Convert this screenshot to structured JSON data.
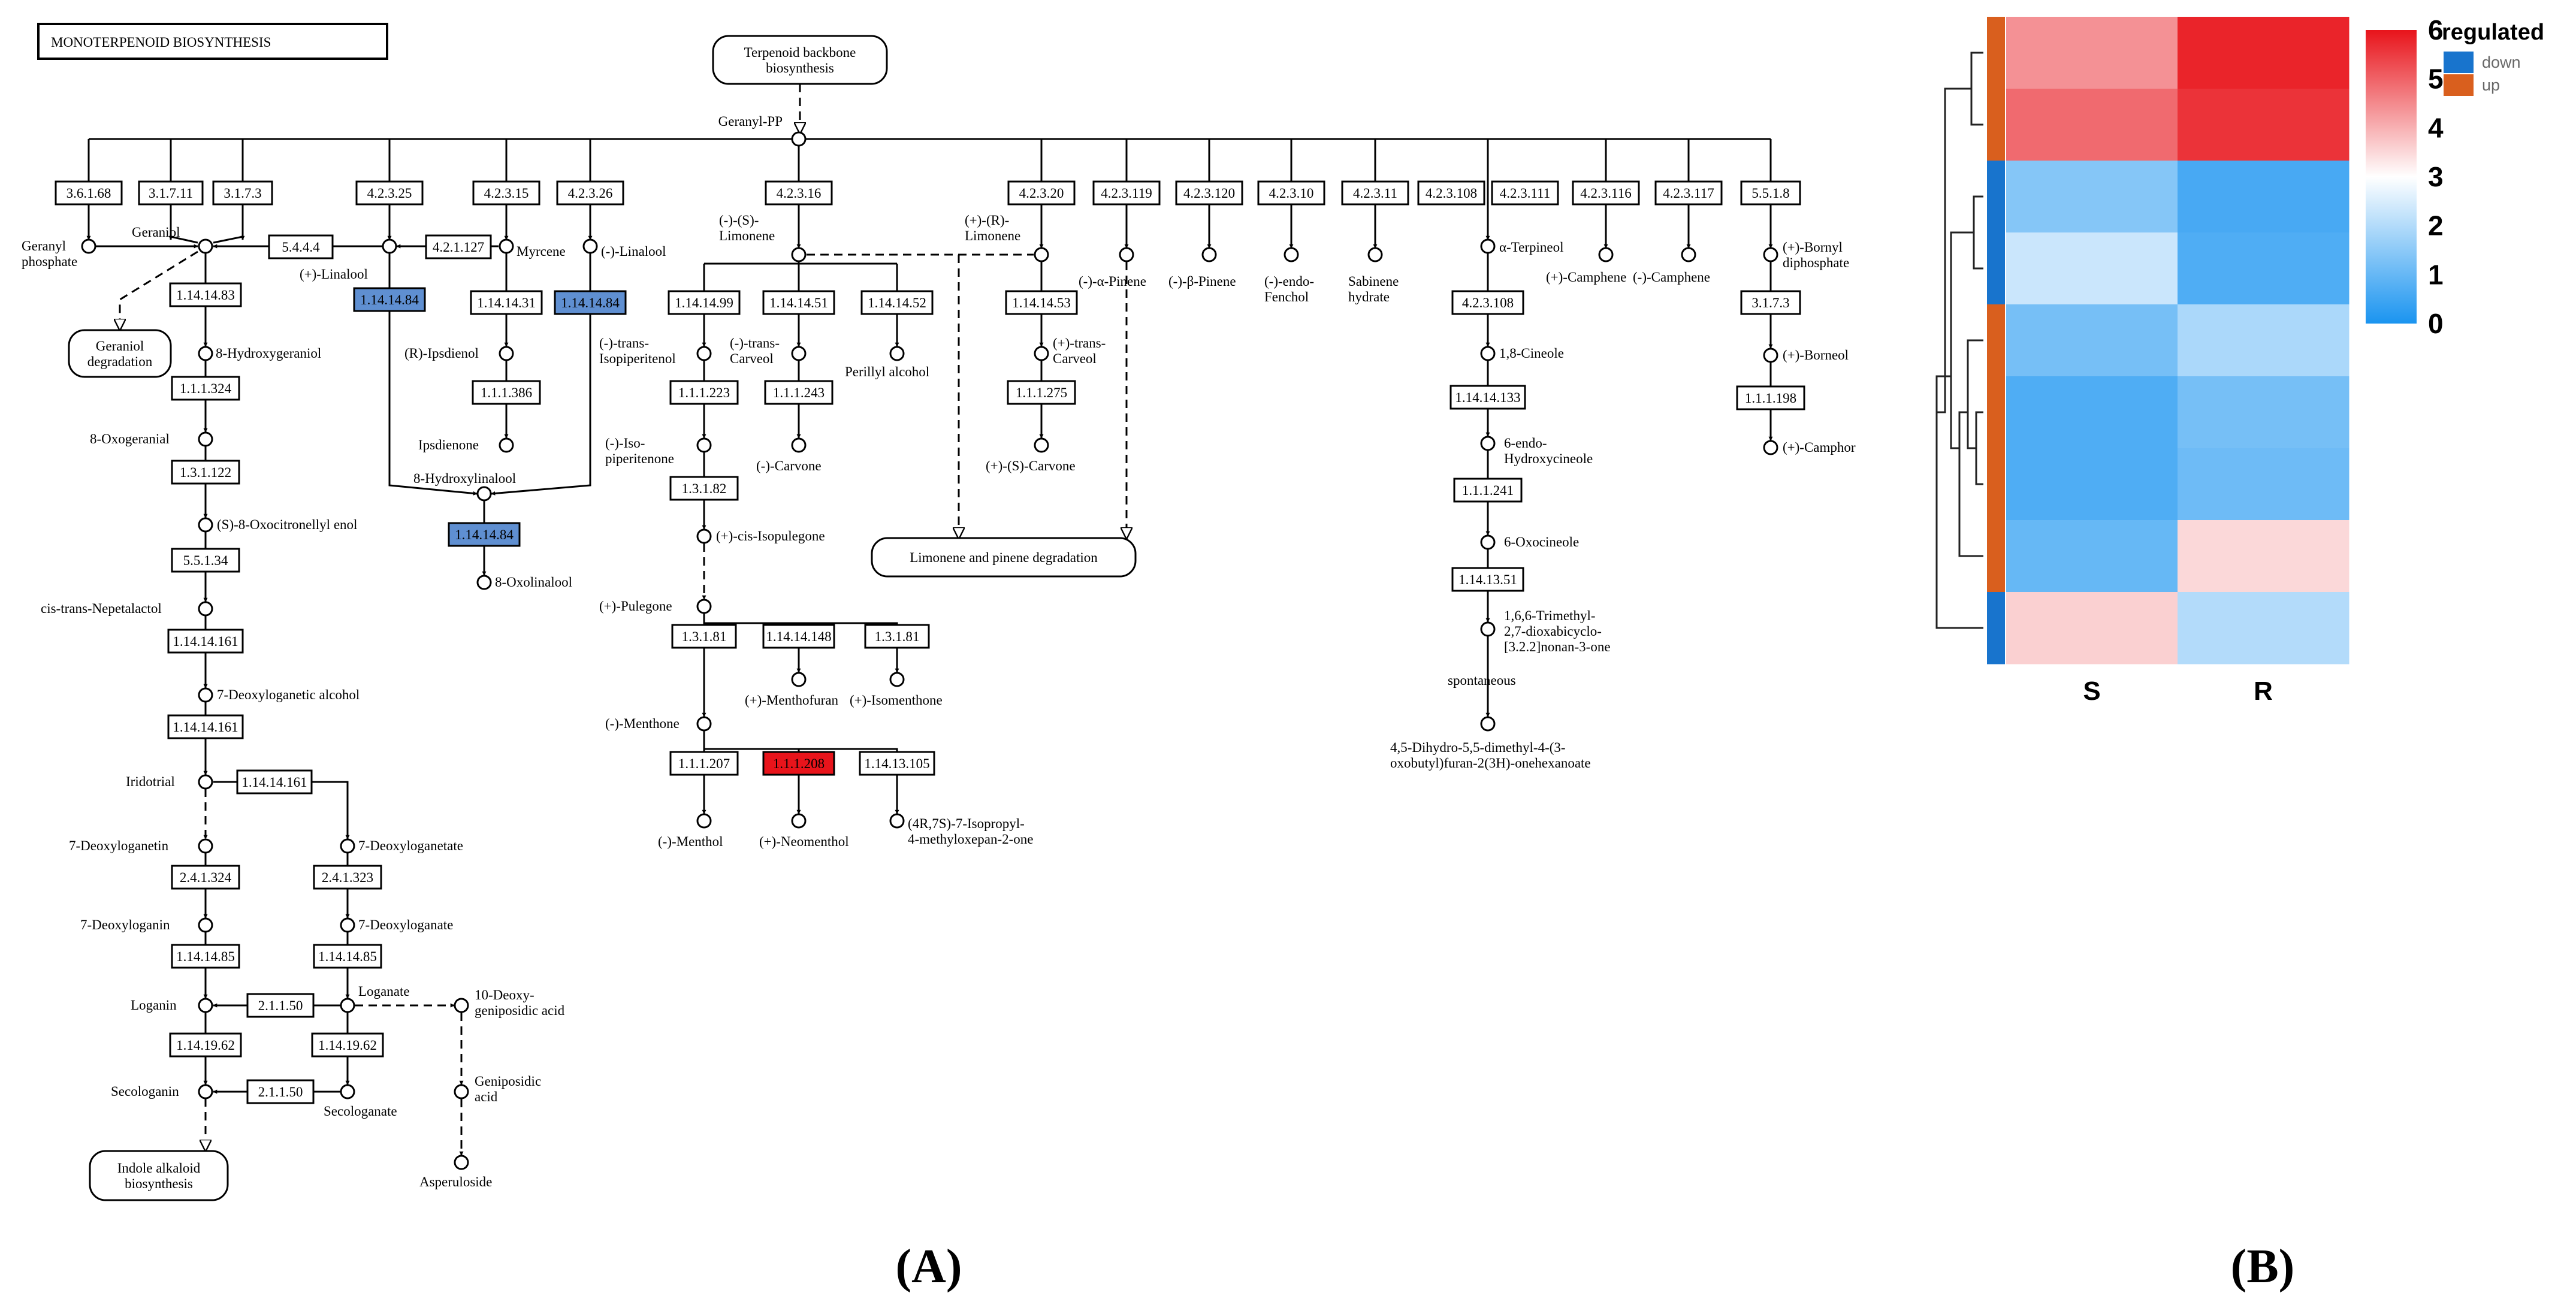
{
  "panel_a": {
    "caption": "(A)",
    "map_title": "MONOTERPENOID BIOSYNTHESIS",
    "highlight_colors": {
      "blue": "#5f8fd1",
      "red": "#e8141b"
    },
    "pathway_boxes": [
      {
        "id": "tb",
        "lines": [
          "Terpenoid backbone",
          "biosynthesis"
        ]
      },
      {
        "id": "gd",
        "lines": [
          "Geraniol",
          "degradation"
        ]
      },
      {
        "id": "lp",
        "lines": [
          "Limonene and pinene degradation"
        ]
      },
      {
        "id": "ia",
        "lines": [
          "Indole alkaloid",
          "biosynthesis"
        ]
      }
    ],
    "enzymes": [
      {
        "id": "e1",
        "label": "3.6.1.68"
      },
      {
        "id": "e2",
        "label": "3.1.7.11"
      },
      {
        "id": "e3",
        "label": "3.1.7.3"
      },
      {
        "id": "e4",
        "label": "4.2.3.25"
      },
      {
        "id": "e5",
        "label": "4.2.3.15"
      },
      {
        "id": "e6",
        "label": "4.2.3.26"
      },
      {
        "id": "e7",
        "label": "4.2.3.16"
      },
      {
        "id": "e8",
        "label": "4.2.3.20"
      },
      {
        "id": "e9",
        "label": "4.2.3.119"
      },
      {
        "id": "e10",
        "label": "4.2.3.120"
      },
      {
        "id": "e11",
        "label": "4.2.3.10"
      },
      {
        "id": "e12",
        "label": "4.2.3.11"
      },
      {
        "id": "e13",
        "label": "4.2.3.108"
      },
      {
        "id": "e14",
        "label": "4.2.3.111"
      },
      {
        "id": "e15",
        "label": "4.2.3.116"
      },
      {
        "id": "e16",
        "label": "4.2.3.117"
      },
      {
        "id": "e17",
        "label": "5.5.1.8"
      },
      {
        "id": "e18",
        "label": "5.4.4.4"
      },
      {
        "id": "e19",
        "label": "4.2.1.127"
      },
      {
        "id": "e20",
        "label": "1.14.14.83"
      },
      {
        "id": "e21",
        "label": "1.14.14.84",
        "highlight": "blue"
      },
      {
        "id": "e22",
        "label": "1.14.14.31"
      },
      {
        "id": "e23",
        "label": "1.14.14.84",
        "highlight": "blue"
      },
      {
        "id": "e24",
        "label": "1.1.1.324"
      },
      {
        "id": "e25",
        "label": "1.1.1.386"
      },
      {
        "id": "e26",
        "label": "1.3.1.122"
      },
      {
        "id": "e27",
        "label": "1.14.14.84",
        "highlight": "blue"
      },
      {
        "id": "e28",
        "label": "5.5.1.34"
      },
      {
        "id": "e29",
        "label": "1.14.14.161"
      },
      {
        "id": "e30",
        "label": "1.14.14.161"
      },
      {
        "id": "e31",
        "label": "1.14.14.161"
      },
      {
        "id": "e32",
        "label": "2.4.1.324"
      },
      {
        "id": "e33",
        "label": "2.4.1.323"
      },
      {
        "id": "e34",
        "label": "1.14.14.85"
      },
      {
        "id": "e35",
        "label": "1.14.14.85"
      },
      {
        "id": "e36",
        "label": "2.1.1.50"
      },
      {
        "id": "e37",
        "label": "1.14.19.62"
      },
      {
        "id": "e38",
        "label": "1.14.19.62"
      },
      {
        "id": "e39",
        "label": "2.1.1.50"
      },
      {
        "id": "e40",
        "label": "1.14.14.99"
      },
      {
        "id": "e41",
        "label": "1.14.14.51"
      },
      {
        "id": "e42",
        "label": "1.14.14.52"
      },
      {
        "id": "e43",
        "label": "1.14.14.53"
      },
      {
        "id": "e44",
        "label": "1.1.1.223"
      },
      {
        "id": "e45",
        "label": "1.1.1.243"
      },
      {
        "id": "e46",
        "label": "1.1.1.275"
      },
      {
        "id": "e47",
        "label": "1.3.1.82"
      },
      {
        "id": "e48",
        "label": "1.3.1.81"
      },
      {
        "id": "e49",
        "label": "1.14.14.148"
      },
      {
        "id": "e50",
        "label": "1.3.1.81"
      },
      {
        "id": "e51",
        "label": "1.1.1.207"
      },
      {
        "id": "e52",
        "label": "1.1.1.208",
        "highlight": "red"
      },
      {
        "id": "e53",
        "label": "1.14.13.105"
      },
      {
        "id": "e54",
        "label": "4.2.3.108"
      },
      {
        "id": "e55",
        "label": "1.14.14.133"
      },
      {
        "id": "e56",
        "label": "1.1.1.241"
      },
      {
        "id": "e57",
        "label": "1.14.13.51"
      },
      {
        "id": "e58",
        "label": "3.1.7.3"
      },
      {
        "id": "e59",
        "label": "1.1.1.198"
      }
    ],
    "compounds": [
      {
        "id": "c_gpp",
        "lines": [
          "Geranyl-PP"
        ]
      },
      {
        "id": "c_gp",
        "lines": [
          "Geranyl",
          "phosphate"
        ]
      },
      {
        "id": "c_ger",
        "lines": [
          "Geraniol"
        ]
      },
      {
        "id": "c_lin1",
        "lines": [
          "(+)-Linalool"
        ]
      },
      {
        "id": "c_myr",
        "lines": [
          "Myrcene"
        ]
      },
      {
        "id": "c_lin2",
        "lines": [
          "(-)-Linalool"
        ]
      },
      {
        "id": "c_lim1",
        "lines": [
          "(-)-(S)-",
          "Limonene"
        ]
      },
      {
        "id": "c_lim2",
        "lines": [
          "(+)-(R)-",
          "Limonene"
        ]
      },
      {
        "id": "c_apin",
        "lines": [
          "(-)-α-Pinene"
        ]
      },
      {
        "id": "c_bpin",
        "lines": [
          "(-)-β-Pinene"
        ]
      },
      {
        "id": "c_fen",
        "lines": [
          "(-)-endo-",
          "Fenchol"
        ]
      },
      {
        "id": "c_sab",
        "lines": [
          "Sabinene",
          "hydrate"
        ]
      },
      {
        "id": "c_ter",
        "lines": [
          "α-Terpineol"
        ]
      },
      {
        "id": "c_camp1",
        "lines": [
          "(+)-Camphene"
        ]
      },
      {
        "id": "c_camp2",
        "lines": [
          "(-)-Camphene"
        ]
      },
      {
        "id": "c_bdp",
        "lines": [
          "(+)-Bornyl",
          "diphosphate"
        ]
      },
      {
        "id": "c_8hg",
        "lines": [
          "8-Hydroxygeraniol"
        ]
      },
      {
        "id": "c_ips",
        "lines": [
          "(R)-Ipsdienol"
        ]
      },
      {
        "id": "c_8og",
        "lines": [
          "8-Oxogeranial"
        ]
      },
      {
        "id": "c_ipd",
        "lines": [
          "Ipsdienone"
        ]
      },
      {
        "id": "c_8hl",
        "lines": [
          "8-Hydroxylinalool"
        ]
      },
      {
        "id": "c_oxe",
        "lines": [
          "(S)-8-Oxocitronellyl enol"
        ]
      },
      {
        "id": "c_8ol",
        "lines": [
          "8-Oxolinalool"
        ]
      },
      {
        "id": "c_nep",
        "lines": [
          "cis-trans-Nepetalactol"
        ]
      },
      {
        "id": "c_7da",
        "lines": [
          "7-Deoxyloganetic alcohol"
        ]
      },
      {
        "id": "c_iri",
        "lines": [
          "Iridotrial"
        ]
      },
      {
        "id": "c_7dl",
        "lines": [
          "7-Deoxyloganetin"
        ]
      },
      {
        "id": "c_7dla",
        "lines": [
          "7-Deoxyloganetate"
        ]
      },
      {
        "id": "c_7dg",
        "lines": [
          "7-Deoxyloganin"
        ]
      },
      {
        "id": "c_7dga",
        "lines": [
          "7-Deoxyloganate"
        ]
      },
      {
        "id": "c_log",
        "lines": [
          "Loganin"
        ]
      },
      {
        "id": "c_loga",
        "lines": [
          "Loganate"
        ]
      },
      {
        "id": "c_10d",
        "lines": [
          "10-Deoxy-",
          "geniposidic acid"
        ]
      },
      {
        "id": "c_sec",
        "lines": [
          "Secologanin"
        ]
      },
      {
        "id": "c_seca",
        "lines": [
          "Secologanate"
        ]
      },
      {
        "id": "c_gen",
        "lines": [
          "Geniposidic",
          "acid"
        ]
      },
      {
        "id": "c_asp",
        "lines": [
          "Asperuloside"
        ]
      },
      {
        "id": "c_tip",
        "lines": [
          "(-)-trans-",
          "Isopiperitenol"
        ]
      },
      {
        "id": "c_tc1",
        "lines": [
          "(-)-trans-",
          "Carveol"
        ]
      },
      {
        "id": "c_per",
        "lines": [
          "Perillyl alcohol"
        ]
      },
      {
        "id": "c_tc2",
        "lines": [
          "(+)-trans-",
          "Carveol"
        ]
      },
      {
        "id": "c_ipp",
        "lines": [
          "(-)-Iso-",
          "piperitenone"
        ]
      },
      {
        "id": "c_car1",
        "lines": [
          "(-)-Carvone"
        ]
      },
      {
        "id": "c_car2",
        "lines": [
          "(+)-(S)-Carvone"
        ]
      },
      {
        "id": "c_cis",
        "lines": [
          "(+)-cis-Isopulegone"
        ]
      },
      {
        "id": "c_pul",
        "lines": [
          "(+)-Pulegone"
        ]
      },
      {
        "id": "c_mfu",
        "lines": [
          "(+)-Menthofuran"
        ]
      },
      {
        "id": "c_iso",
        "lines": [
          "(+)-Isomenthone"
        ]
      },
      {
        "id": "c_men",
        "lines": [
          "(-)-Menthone"
        ]
      },
      {
        "id": "c_mol",
        "lines": [
          "(-)-Menthol"
        ]
      },
      {
        "id": "c_neo",
        "lines": [
          "(+)-Neomenthol"
        ]
      },
      {
        "id": "c_4r7s",
        "lines": [
          "(4R,7S)-7-Isopropyl-",
          "4-methyloxepan-2-one"
        ]
      },
      {
        "id": "c_cin",
        "lines": [
          "1,8-Cineole"
        ]
      },
      {
        "id": "c_6eh",
        "lines": [
          "6-endo-",
          "Hydroxycineole"
        ]
      },
      {
        "id": "c_6ox",
        "lines": [
          "6-Oxocineole"
        ]
      },
      {
        "id": "c_tmd",
        "lines": [
          "1,6,6-Trimethyl-",
          "2,7-dioxabicyclo-",
          "[3.2.2]nonan-3-one"
        ]
      },
      {
        "id": "c_spo",
        "lines": [
          "spontaneous"
        ]
      },
      {
        "id": "c_dhd",
        "lines": [
          "4,5-Dihydro-5,5-dimethyl-4-(3-",
          "oxobutyl)furan-2(3H)-onehexanoate"
        ]
      },
      {
        "id": "c_bor",
        "lines": [
          "(+)-Borneol"
        ]
      },
      {
        "id": "c_cam",
        "lines": [
          "(+)-Camphor"
        ]
      }
    ]
  },
  "panel_b": {
    "caption": "(B)",
    "legend_title": "regulated",
    "legend_items": [
      {
        "label": "down",
        "color": "#1874cd"
      },
      {
        "label": "up",
        "color": "#d95f1e"
      }
    ],
    "colorbar_ticks": [
      "6",
      "5",
      "4",
      "3",
      "2",
      "1",
      "0"
    ],
    "colorbar_colors": [
      "#e8141b",
      "#ffffff",
      "#1a94f0"
    ]
  },
  "chart_data": {
    "type": "heatmap",
    "columns": [
      "S",
      "R"
    ],
    "value_range": [
      0,
      6
    ],
    "row_annotation": [
      "up",
      "up",
      "down",
      "down",
      "up",
      "up",
      "up",
      "up",
      "down"
    ],
    "values": [
      [
        4.4,
        5.8
      ],
      [
        4.9,
        5.6
      ],
      [
        1.4,
        0.6
      ],
      [
        2.3,
        0.7
      ],
      [
        1.2,
        1.9
      ],
      [
        0.7,
        1.2
      ],
      [
        0.7,
        1.1
      ],
      [
        1.0,
        3.5
      ],
      [
        3.6,
        2.0
      ]
    ]
  }
}
